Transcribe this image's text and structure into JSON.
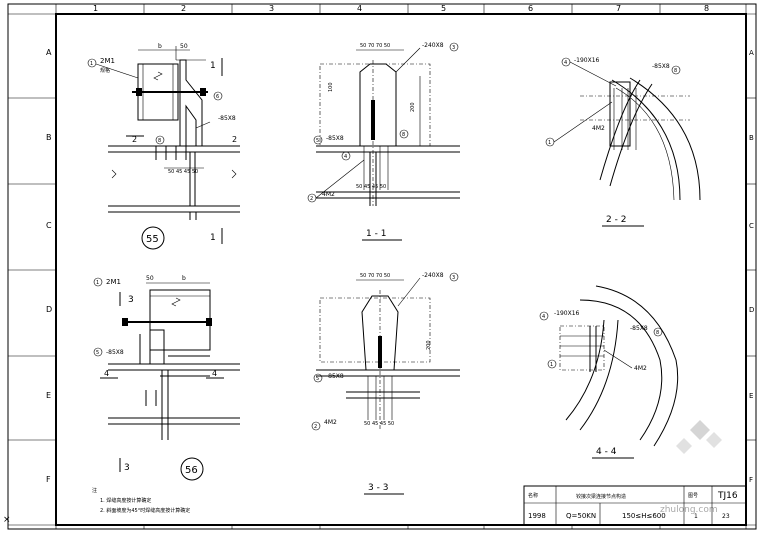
{
  "grid": {
    "cols": [
      "1",
      "2",
      "3",
      "4",
      "5",
      "6",
      "7",
      "8"
    ],
    "rows": [
      "A",
      "B",
      "C",
      "D",
      "E",
      "F"
    ]
  },
  "callouts": {
    "tl_plate": "2M1",
    "tl_plate_sub": "规格",
    "tl_dim_top": "b",
    "tl_dim_50": "50",
    "tl_section": "1",
    "tl_plate_85": "-85X8",
    "tl_s2": "2",
    "tl_bottom_dims": "50 45 45 50",
    "detail_55": "55",
    "s11_plate": "-240X8",
    "s11_dims": "50 70 70 50",
    "s11_85": "-85X8",
    "s11_4m2": "4M2",
    "s11_bot": "50 45 45 50",
    "s11_label": "1 - 1",
    "s22_plate": "-190X16",
    "s22_85": "-85X8",
    "s22_4m2": "4M2",
    "s22_label": "2 - 2",
    "bl_plate": "2M1",
    "bl_50": "50",
    "bl_b": "b",
    "bl_85": "-85X8",
    "bl_3": "3",
    "bl_4": "4",
    "detail_56": "56",
    "s33_plate": "-240X8",
    "s33_dims": "50 70 70 50",
    "s33_85": "-85X8",
    "s33_4m2": "4M2",
    "s33_bot": "50 45 45 50",
    "s33_label": "3 - 3",
    "s44_plate": "-190X16",
    "s44_85": "-85X8",
    "s44_4m2": "4M2",
    "s44_label": "4 - 4"
  },
  "notes": {
    "title": "注",
    "line1": "1. 焊缝高度按计算确定",
    "line2": "2. 斜面坡度为45°时焊缝高度按计算确定"
  },
  "title_block": {
    "label": "名称",
    "description": "铰接次梁连接节点构造",
    "year": "1998",
    "load": "Q=50KN",
    "range": "150≤H≤600",
    "sheet_label": "图号",
    "code": "TJ16",
    "page_a": "1",
    "page_b": "23"
  },
  "watermark": "zhulong.com"
}
